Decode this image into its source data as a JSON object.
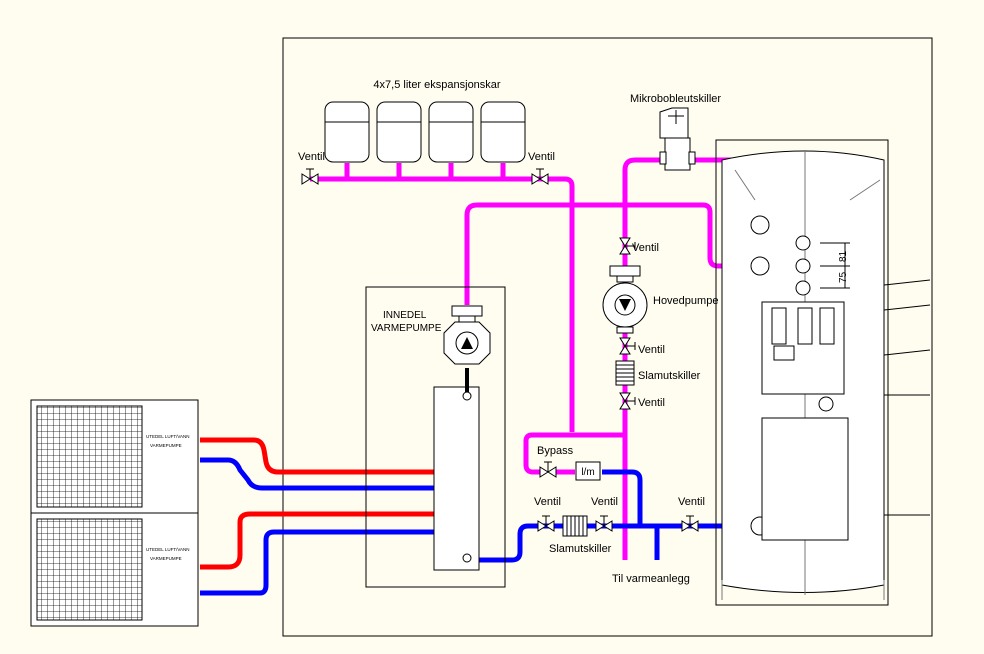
{
  "labels": {
    "expansion_tanks": "4x7,5 liter ekspansjonskar",
    "valve": "Ventil",
    "microbubble_separator": "Mikrobobleutskiller",
    "main_pump": "Hovedpumpe",
    "sludge_separator": "Slamutskiller",
    "bypass": "Bypass",
    "flow_meter": "l/m",
    "to_heating_system": "Til varmeanlegg",
    "indoor_unit_line1": "INNEDEL",
    "indoor_unit_line2": "VARMEPUMPE",
    "outdoor_unit_line1": "UTEDEL LUFT/VANN",
    "outdoor_unit_line2": "VARMEPUMPE",
    "dim_75": "75",
    "dim_81": "81"
  },
  "colors": {
    "background": "#fffcf0",
    "supply_pipe": "#ff0000",
    "return_pipe": "#0000ff",
    "circuit_pipe": "#ff00ff",
    "line": "#000000"
  }
}
